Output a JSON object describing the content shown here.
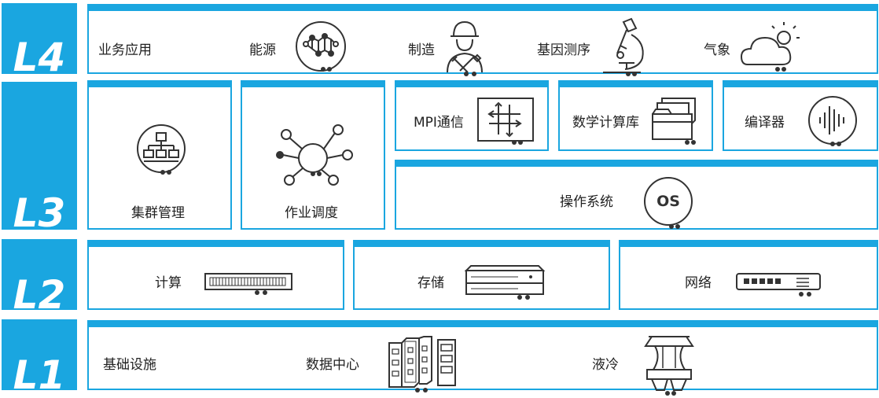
{
  "layers": [
    {
      "tag": "L4",
      "items": {
        "row_label": "业务应用",
        "energy": "能源",
        "manufacturing": "制造",
        "genome": "基因测序",
        "weather": "气象"
      }
    },
    {
      "tag": "L3",
      "items": {
        "cluster": "集群管理",
        "scheduling": "作业调度",
        "mpi": "MPI通信",
        "mathlib": "数学计算库",
        "compiler": "编译器",
        "os": "操作系统",
        "os_badge": "OS"
      }
    },
    {
      "tag": "L2",
      "items": {
        "compute": "计算",
        "storage": "存储",
        "network": "网络"
      }
    },
    {
      "tag": "L1",
      "items": {
        "row_label": "基础设施",
        "datacenter": "数据中心",
        "cooling": "液冷"
      }
    }
  ],
  "colors": {
    "accent": "#1aa6e0",
    "icon": "#333333",
    "text": "#222222"
  }
}
